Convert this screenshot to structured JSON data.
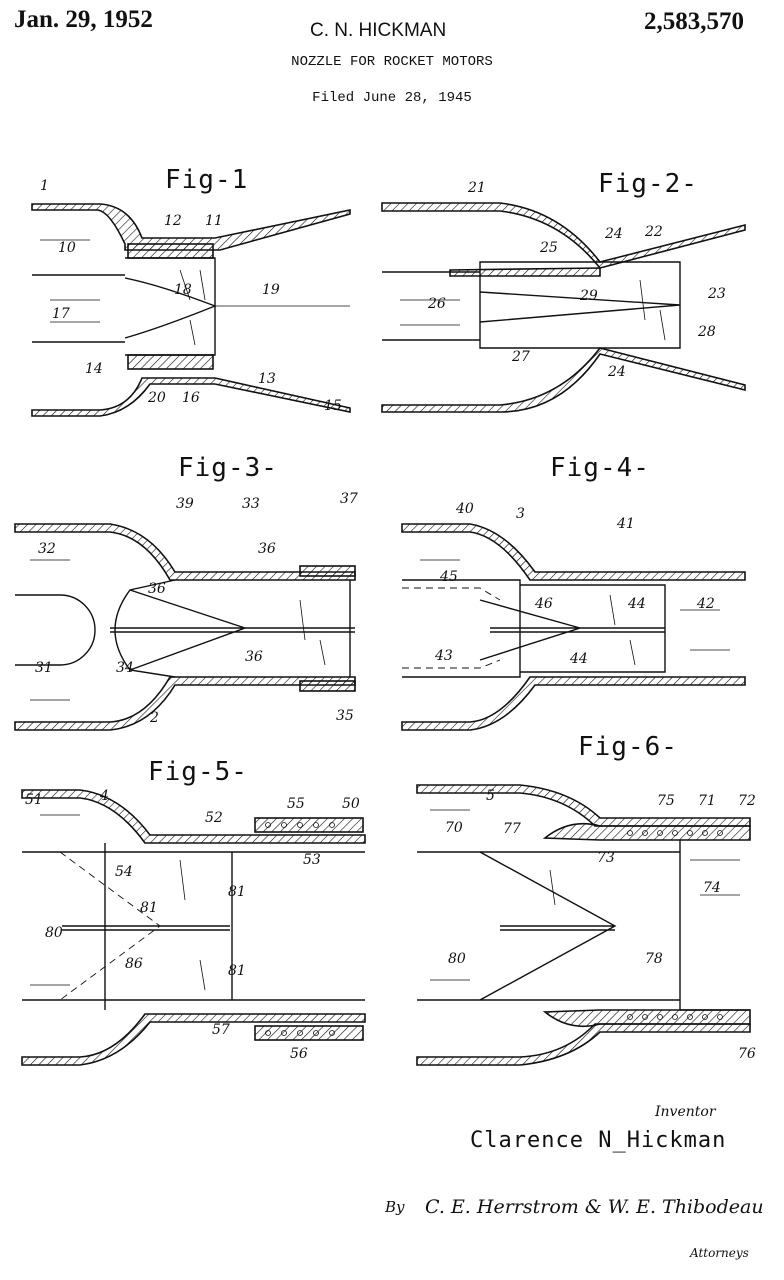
{
  "header": {
    "date": "Jan. 29, 1952",
    "inventor_short": "C. N. HICKMAN",
    "patent_number": "2,583,570",
    "title": "NOZZLE FOR ROCKET MOTORS",
    "filed": "Filed June 28, 1945"
  },
  "figures": [
    {
      "title": "Fig-1",
      "labels": [
        "1",
        "10",
        "12",
        "11",
        "19",
        "17",
        "18",
        "14",
        "20",
        "16",
        "13",
        "15"
      ]
    },
    {
      "title": "Fig-2-",
      "labels": [
        "21",
        "24",
        "22",
        "25",
        "23",
        "26",
        "29",
        "28",
        "27",
        "24"
      ]
    },
    {
      "title": "Fig-3-",
      "labels": [
        "39",
        "33",
        "37",
        "32",
        "36",
        "36",
        "36",
        "31",
        "34",
        "2",
        "35"
      ]
    },
    {
      "title": "Fig-4-",
      "labels": [
        "40",
        "3",
        "41",
        "45",
        "46",
        "44",
        "42",
        "43",
        "44"
      ]
    },
    {
      "title": "Fig-5-",
      "labels": [
        "51",
        "4",
        "55",
        "50",
        "52",
        "54",
        "53",
        "81",
        "81",
        "80",
        "86",
        "81",
        "57",
        "56"
      ]
    },
    {
      "title": "Fig-6-",
      "labels": [
        "5",
        "75",
        "71",
        "72",
        "70",
        "77",
        "73",
        "74",
        "80",
        "78",
        "76"
      ]
    }
  ],
  "signature": {
    "inventor_label": "Inventor",
    "inventor_name": "Clarence N_Hickman",
    "by": "By",
    "attorneys": "C. E. Herrstrom & W. E. Thibodeau",
    "attorneys_label": "Attorneys"
  }
}
